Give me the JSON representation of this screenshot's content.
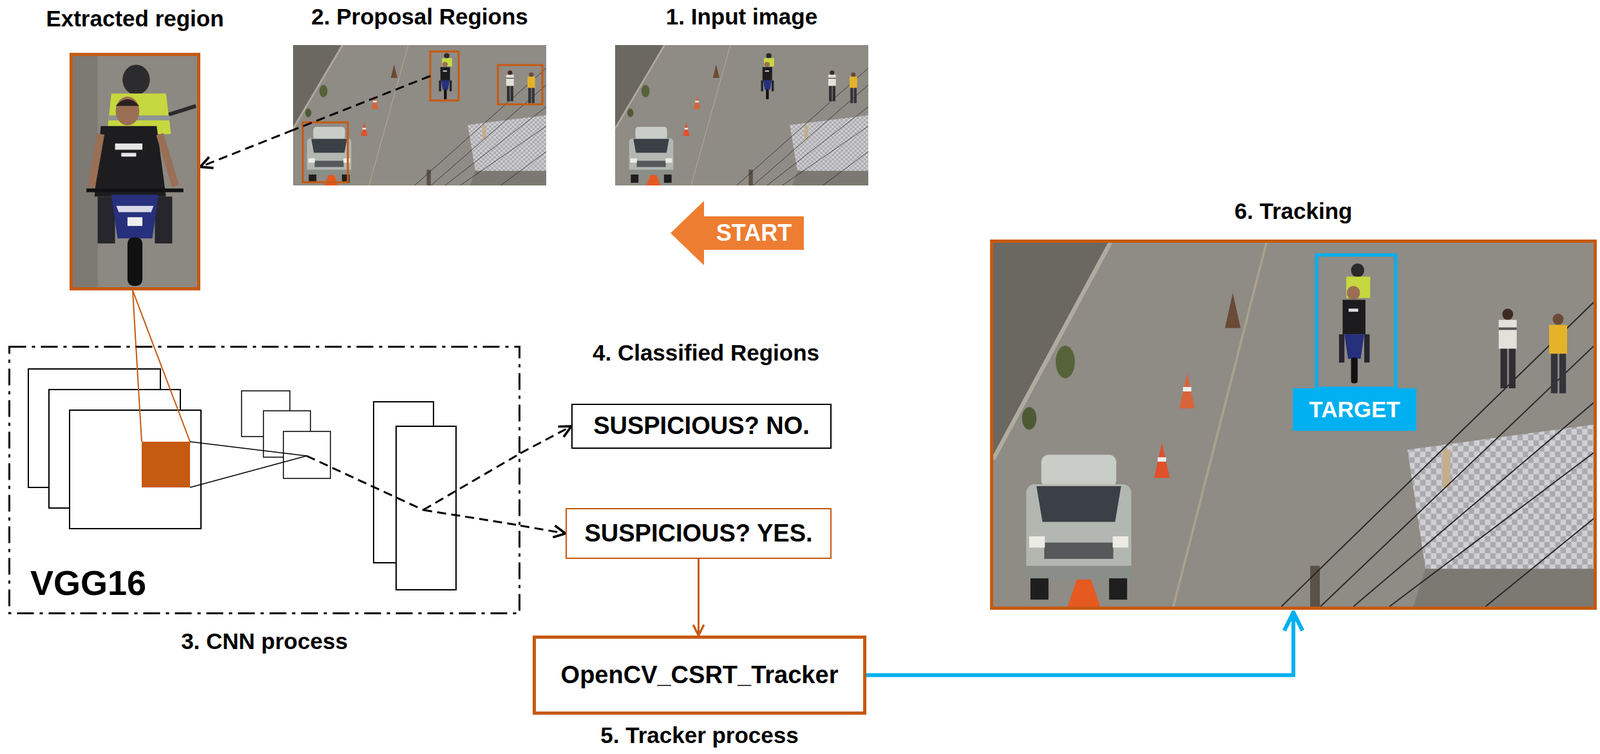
{
  "diagram": {
    "nodes": [
      {
        "text": [
          "Extracted region"
        ]
      },
      {
        "text": [
          "2. Proposal Regions"
        ]
      },
      {
        "text": [
          "1. Input image"
        ]
      },
      {
        "text": [
          "START"
        ]
      },
      {
        "text": [
          "6. Tracking"
        ]
      },
      {
        "text": [
          "TARGET"
        ],
        "in": 4
      },
      {
        "text": [
          "VGG16",
          "3. CNN process"
        ]
      },
      {
        "text": [
          "SUSPICIOUS? NO."
        ]
      },
      {
        "text": [
          "SUSPICIOUS? YES."
        ]
      },
      {
        "text": [
          "OpenCV_CSRT_Tracker",
          "5. Tracker process"
        ]
      }
    ],
    "edges": [
      {
        "from": 1,
        "to": 0,
        "arrow": "to"
      },
      {
        "from": 0,
        "to": 6,
        "arrow": "none"
      },
      {
        "from": 6,
        "to": 7,
        "arrow": "to"
      },
      {
        "from": 6,
        "to": 8,
        "arrow": "to"
      },
      {
        "from": 8,
        "to": 9,
        "arrow": "to"
      },
      {
        "from": 9,
        "to": 4,
        "arrow": "to"
      }
    ],
    "labels": [
      "4. Classified Regions"
    ]
  }
}
